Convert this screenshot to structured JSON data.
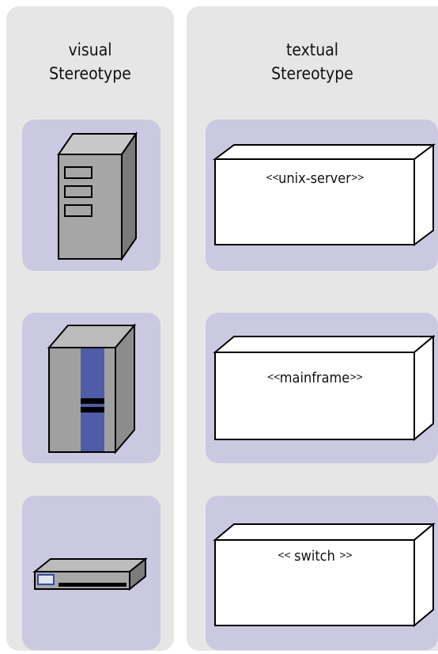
{
  "columns": [
    {
      "title_line1": "visual",
      "title_line2": "Stereotype"
    },
    {
      "title_line1": "textual",
      "title_line2": "Stereotype"
    }
  ],
  "nodes": [
    {
      "stereotype_open": "<<",
      "name": "unix-server",
      "stereotype_close": ">>"
    },
    {
      "stereotype_open": "<<",
      "name": "mainframe",
      "stereotype_close": ">>"
    },
    {
      "stereotype_open": "<<",
      "name": "switch",
      "stereotype_close": ">>"
    }
  ],
  "colors": {
    "column_bg": "#e6e6e6",
    "tile_bg": "#cbc8e2",
    "mainframe_stripe": "#4f5da8",
    "device_gray": "#9a9a9a"
  }
}
